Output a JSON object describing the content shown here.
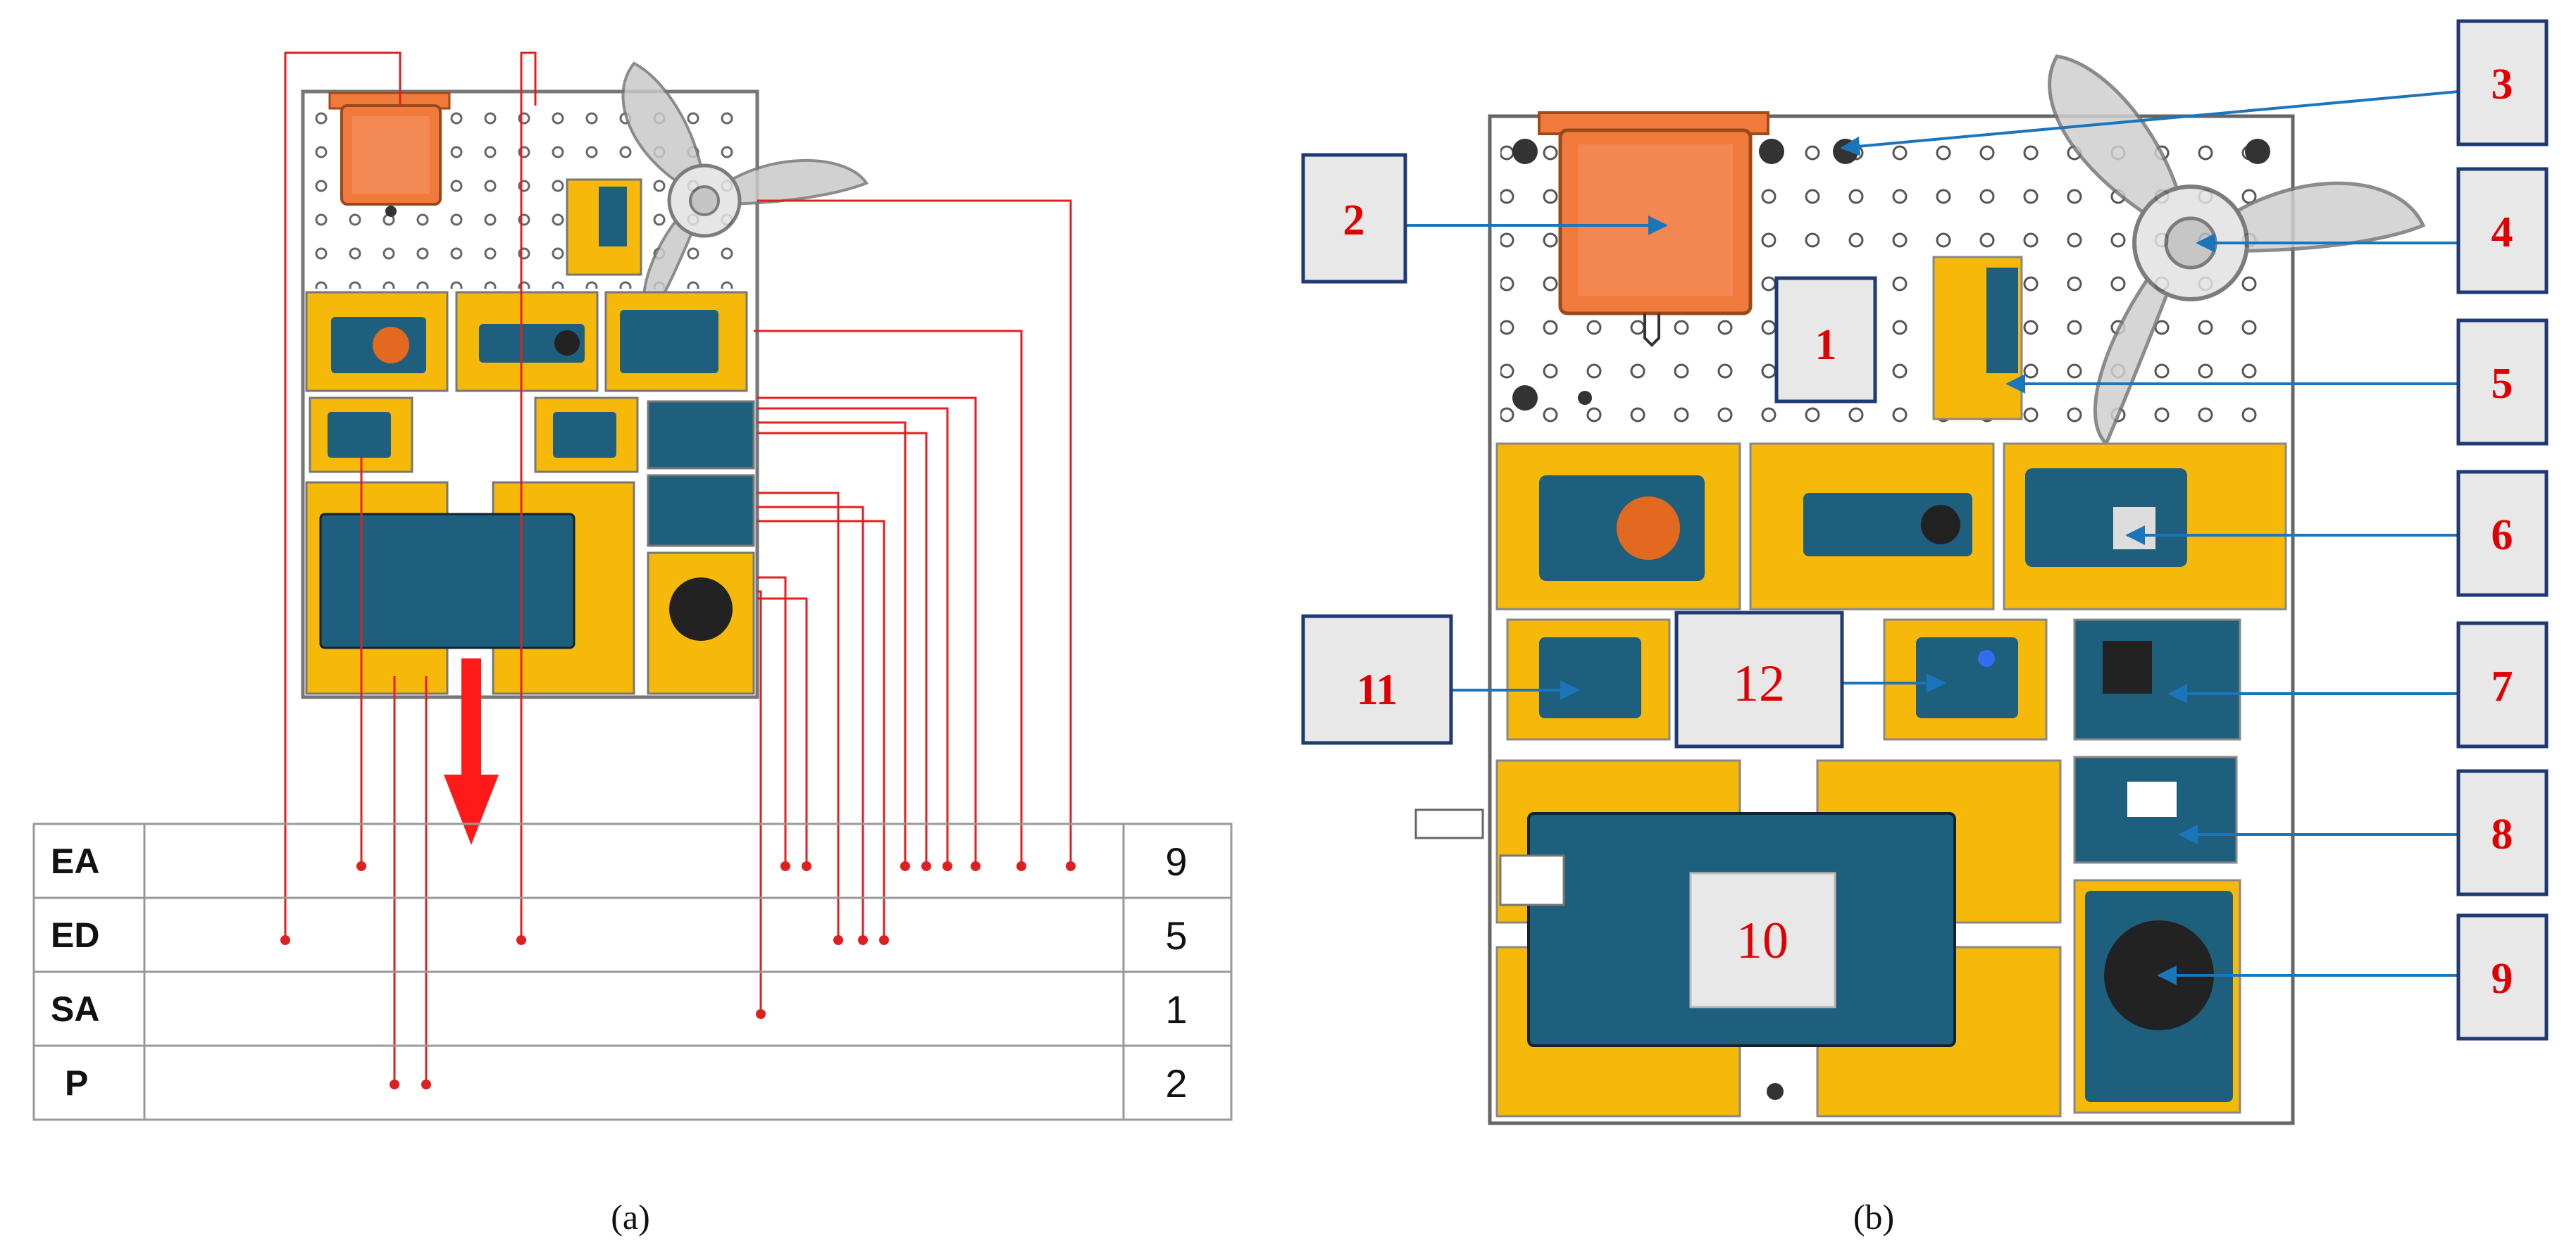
{
  "captions": {
    "a": "(a)",
    "b": "(b)"
  },
  "table": {
    "rows": [
      {
        "label": "EA",
        "count": "9"
      },
      {
        "label": "ED",
        "count": "5"
      },
      {
        "label": "SA",
        "count": "1"
      },
      {
        "label": "P",
        "count": "2"
      }
    ]
  },
  "callouts": [
    "1",
    "2",
    "3",
    "4",
    "5",
    "6",
    "7",
    "8",
    "9",
    "10",
    "11",
    "12"
  ],
  "colors": {
    "board": "#ffffff",
    "mount_yellow": "#f6b90a",
    "module_blue": "#1f5f7e",
    "servo_orange": "#f07a3c",
    "red_line": "#e02020",
    "arrow_red": "#ff1a1a",
    "callout_border": "#1f3a73",
    "callout_fill": "#e8e8e8",
    "pointer_blue": "#1b75bb"
  }
}
